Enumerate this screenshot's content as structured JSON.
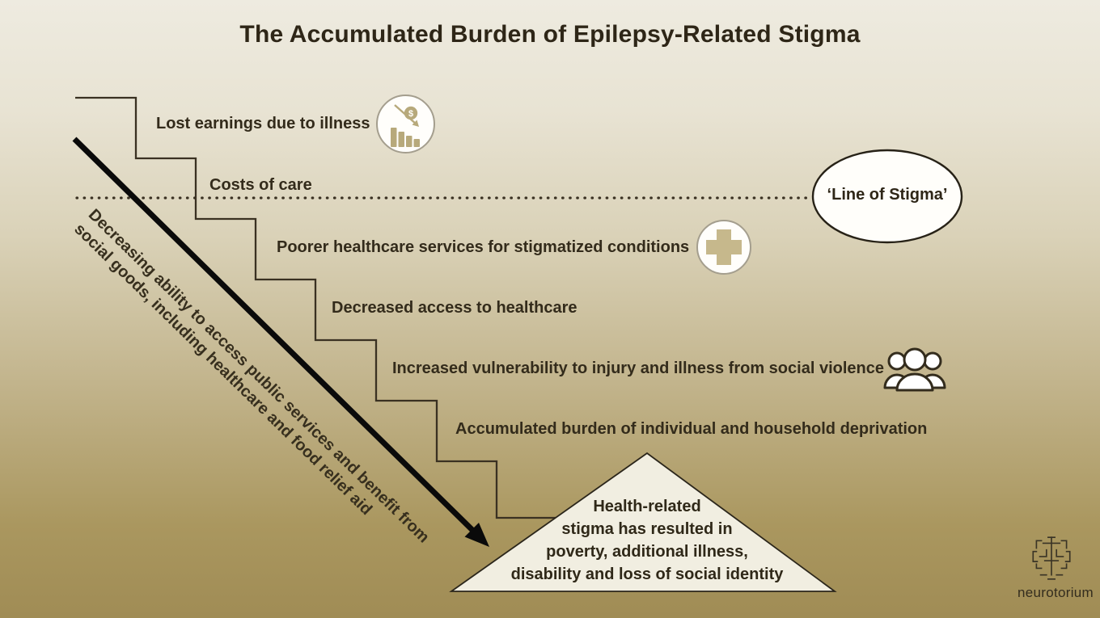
{
  "title": "The Accumulated Burden of Epilepsy-Related Stigma",
  "steps": [
    {
      "label": "Lost earnings due to illness",
      "icon": "declining-earnings-icon"
    },
    {
      "label": "Costs of care",
      "icon": null
    },
    {
      "label": "Poorer healthcare services for stigmatized conditions",
      "icon": "medical-cross-icon"
    },
    {
      "label": "Decreased access to healthcare",
      "icon": null
    },
    {
      "label": "Increased vulnerability to injury and illness from social violence",
      "icon": "people-icon"
    },
    {
      "label": "Accumulated burden of individual and household deprivation",
      "icon": null
    }
  ],
  "line_of_stigma": {
    "label": "‘Line of Stigma’"
  },
  "diagonal_note": {
    "line1": "Decreasing ability to access public services and benefit from",
    "line2": "social goods, including healthcare and food relief aid"
  },
  "triangle": {
    "line1": "Health-related",
    "line2": "stigma has resulted in",
    "line3": "poverty, additional illness,",
    "line4": "disability and loss of social identity"
  },
  "footer": {
    "brand": "neurotorium"
  },
  "colors": {
    "background_top": "#EEEBE0",
    "background_bottom": "#A08C55",
    "diagram_line": "#3A3122",
    "arrow": "#0A0A0A",
    "triangle_fill": "#F1EEE1",
    "oval_fill": "#FFFEFA",
    "icon_tan": "#B7A97B",
    "text": "#2F2818"
  }
}
